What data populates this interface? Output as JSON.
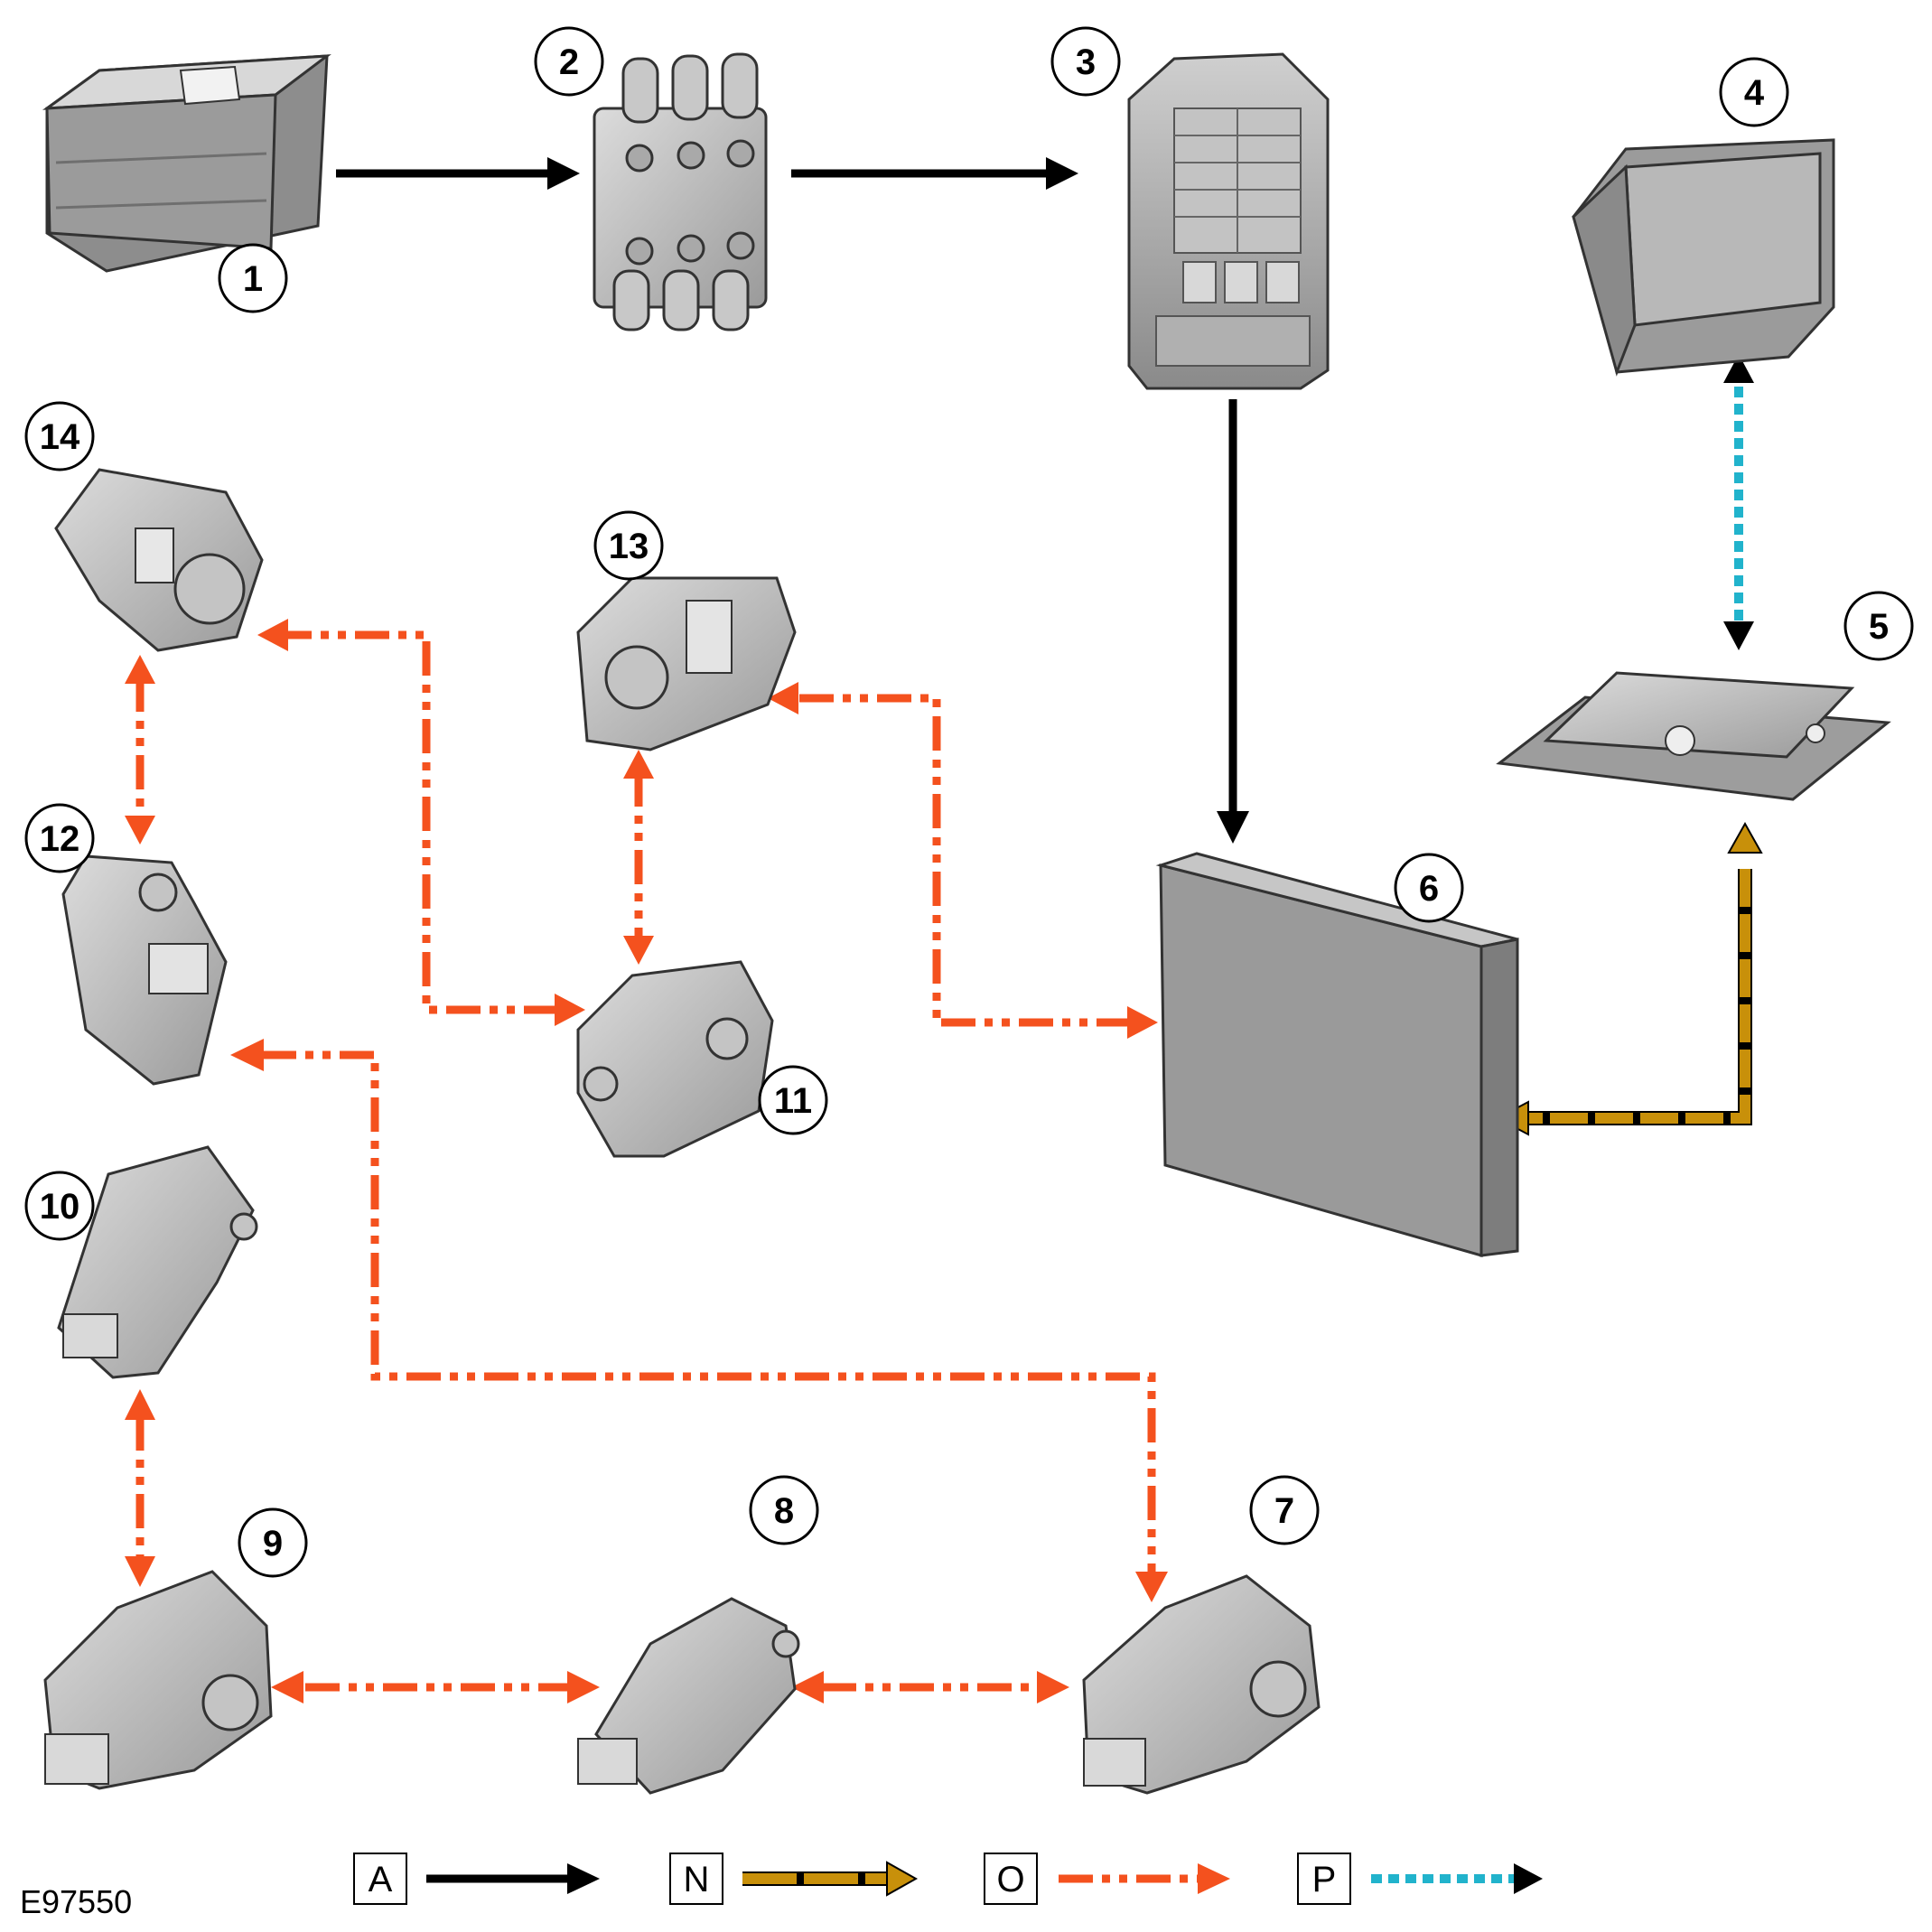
{
  "figure_ref": "E97550",
  "colors": {
    "A": "#000000",
    "N": "#c8900a",
    "O": "#f4511e",
    "P": "#21b3cc",
    "component_fill": "#b9b9b9",
    "component_dark": "#8e8e8e",
    "component_light": "#d6d6d6"
  },
  "components": [
    {
      "id": "1",
      "label": "1",
      "icon": "battery-icon"
    },
    {
      "id": "2",
      "label": "2",
      "icon": "fuse-junction-icon"
    },
    {
      "id": "3",
      "label": "3",
      "icon": "fuse-box-icon"
    },
    {
      "id": "4",
      "label": "4",
      "icon": "touchscreen-display-icon"
    },
    {
      "id": "5",
      "label": "5",
      "icon": "control-module-bracket-icon"
    },
    {
      "id": "6",
      "label": "6",
      "icon": "control-module-icon"
    },
    {
      "id": "7",
      "label": "7",
      "icon": "actuator-motor-icon"
    },
    {
      "id": "8",
      "label": "8",
      "icon": "actuator-motor-icon"
    },
    {
      "id": "9",
      "label": "9",
      "icon": "actuator-motor-icon"
    },
    {
      "id": "10",
      "label": "10",
      "icon": "actuator-motor-icon"
    },
    {
      "id": "11",
      "label": "11",
      "icon": "actuator-motor-icon"
    },
    {
      "id": "12",
      "label": "12",
      "icon": "actuator-motor-icon"
    },
    {
      "id": "13",
      "label": "13",
      "icon": "actuator-motor-icon"
    },
    {
      "id": "14",
      "label": "14",
      "icon": "actuator-motor-icon"
    }
  ],
  "connections": [
    {
      "from": "1",
      "to": "2",
      "type": "A",
      "direction": "one-way"
    },
    {
      "from": "2",
      "to": "3",
      "type": "A",
      "direction": "one-way"
    },
    {
      "from": "3",
      "to": "6",
      "type": "A",
      "direction": "one-way"
    },
    {
      "from": "4",
      "to": "5",
      "type": "P",
      "direction": "two-way"
    },
    {
      "from": "5",
      "to": "6",
      "type": "N",
      "direction": "two-way"
    },
    {
      "from": "6",
      "to": "13",
      "type": "O",
      "direction": "two-way"
    },
    {
      "from": "13",
      "to": "11",
      "type": "O",
      "direction": "two-way"
    },
    {
      "from": "11",
      "to": "14",
      "type": "O",
      "direction": "two-way"
    },
    {
      "from": "14",
      "to": "12",
      "type": "O",
      "direction": "two-way"
    },
    {
      "from": "12",
      "to": "7",
      "type": "O",
      "direction": "two-way"
    },
    {
      "from": "7",
      "to": "8",
      "type": "O",
      "direction": "two-way"
    },
    {
      "from": "8",
      "to": "9",
      "type": "O",
      "direction": "two-way"
    },
    {
      "from": "9",
      "to": "10",
      "type": "O",
      "direction": "two-way"
    }
  ],
  "legend": [
    {
      "key": "A",
      "label": "A"
    },
    {
      "key": "N",
      "label": "N"
    },
    {
      "key": "O",
      "label": "O"
    },
    {
      "key": "P",
      "label": "P"
    }
  ]
}
